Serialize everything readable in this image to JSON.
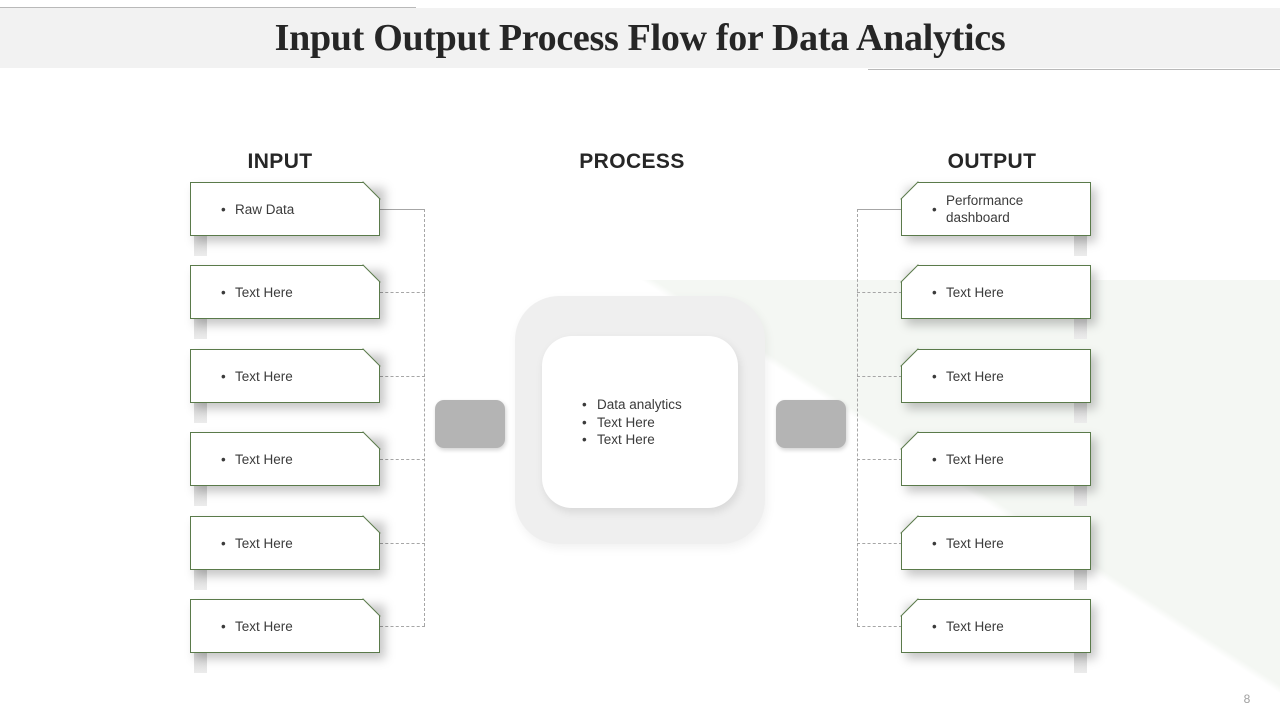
{
  "slide": {
    "title": "Input Output Process Flow for Data Analytics",
    "page_number": "8",
    "accent_border_color": "#5a7a4a",
    "header_band_color": "#f2f2f2",
    "connector_color": "#a6a6a6",
    "pill_color": "#b4b4b4",
    "process_shape_color": "#efefef"
  },
  "columns": {
    "input_caption": "INPUT",
    "process_caption": "PROCESS",
    "output_caption": "OUTPUT"
  },
  "input": {
    "items": [
      {
        "bullet": "•",
        "label": "Raw Data"
      },
      {
        "bullet": "•",
        "label": "Text Here"
      },
      {
        "bullet": "•",
        "label": "Text Here"
      },
      {
        "bullet": "•",
        "label": "Text Here"
      },
      {
        "bullet": "•",
        "label": "Text Here"
      },
      {
        "bullet": "•",
        "label": "Text Here"
      }
    ]
  },
  "process": {
    "items": [
      {
        "bullet": "•",
        "label": "Data analytics"
      },
      {
        "bullet": "•",
        "label": "Text Here"
      },
      {
        "bullet": "•",
        "label": "Text Here"
      }
    ]
  },
  "output": {
    "items": [
      {
        "bullet": "•",
        "label": "Performance dashboard"
      },
      {
        "bullet": "•",
        "label": "Text Here"
      },
      {
        "bullet": "•",
        "label": "Text Here"
      },
      {
        "bullet": "•",
        "label": "Text Here"
      },
      {
        "bullet": "•",
        "label": "Text Here"
      },
      {
        "bullet": "•",
        "label": "Text Here"
      }
    ]
  }
}
